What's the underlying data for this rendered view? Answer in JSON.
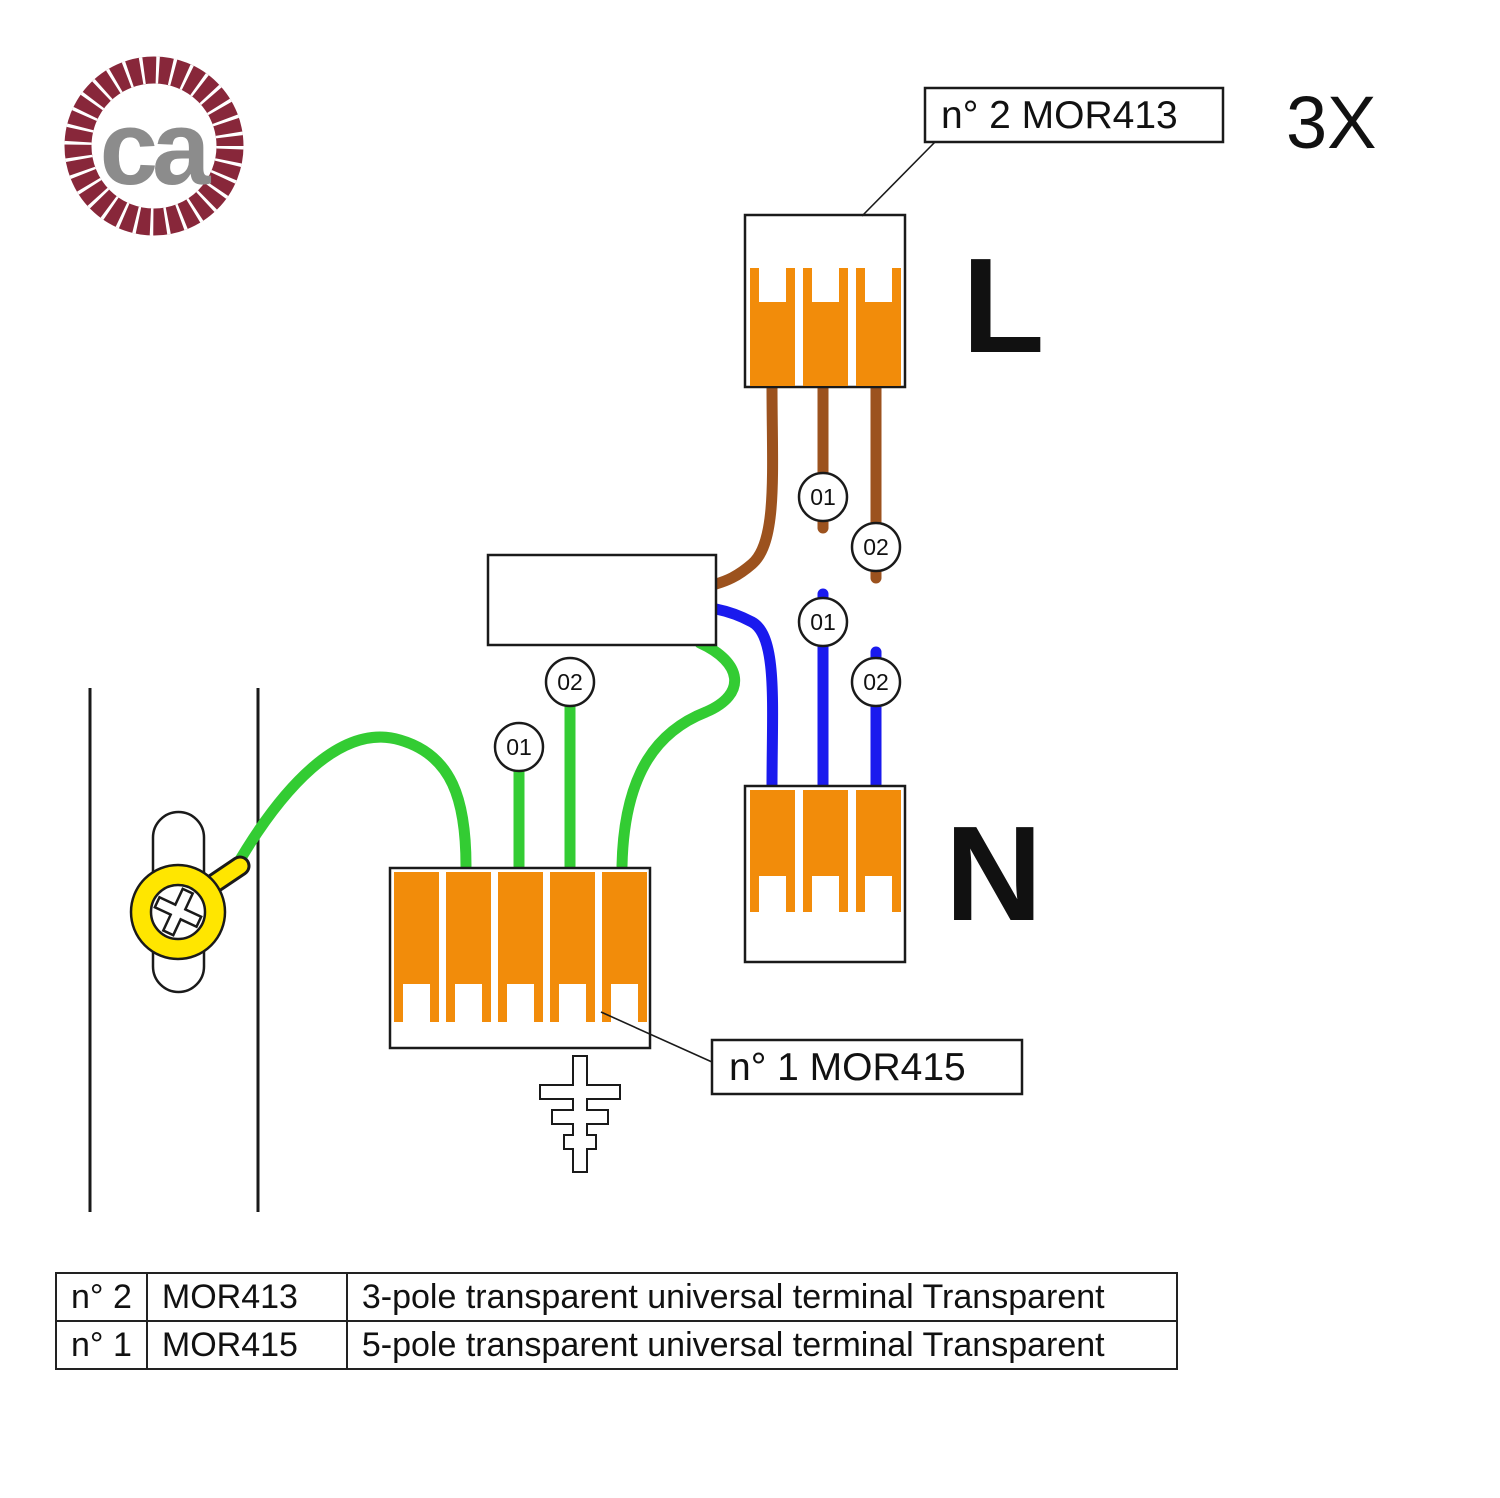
{
  "logo": {
    "text": "ca"
  },
  "multiplier": "3X",
  "labels": {
    "top_box": "n° 2  MOR413",
    "bottom_box": "n° 1 MOR415",
    "line_live": "L",
    "line_neutral": "N",
    "wire_01": "01",
    "wire_02": "02"
  },
  "colors": {
    "orange": "#F28C0A",
    "brown": "#9C521E",
    "blue": "#1A1AEE",
    "green": "#33CC33",
    "yellow": "#FFE600",
    "maroon": "#88273A",
    "logo-gray": "#8C8C8C"
  },
  "table": {
    "rows": [
      {
        "qty": "n° 2",
        "code": "MOR413",
        "desc": "3-pole transparent universal terminal Transparent"
      },
      {
        "qty": "n° 1",
        "code": "MOR415",
        "desc": "5-pole transparent universal terminal Transparent"
      }
    ]
  }
}
